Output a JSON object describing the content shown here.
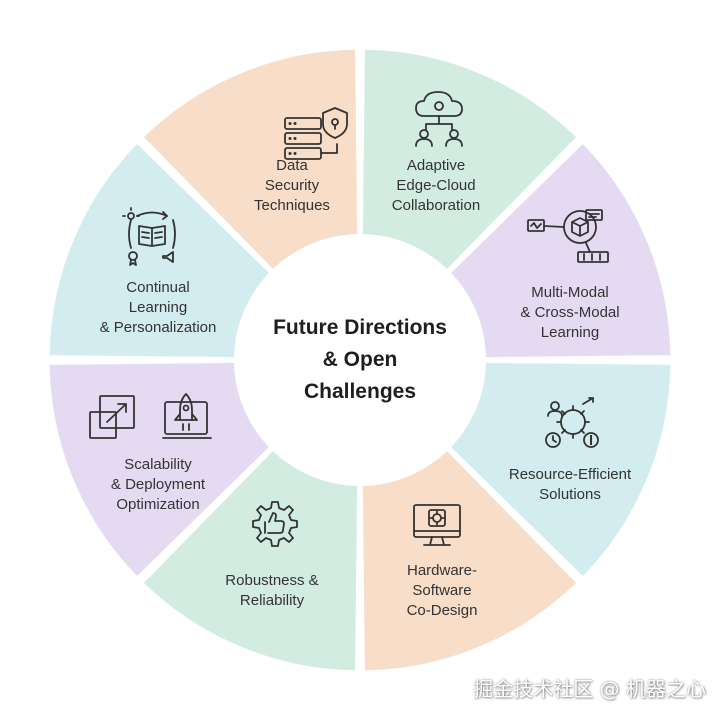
{
  "center": {
    "title": "Future Directions\n& Open\nChallenges"
  },
  "segments": [
    {
      "label": "Data\nSecurity\nTechniques",
      "icon": "server-shield-icon",
      "color": "#d3ece2"
    },
    {
      "label": "Adaptive\nEdge-Cloud\nCollaboration",
      "icon": "cloud-network-icon",
      "color": "#e4dbf3"
    },
    {
      "label": "Multi-Modal\n& Cross-Modal\nLearning",
      "icon": "multimodal-cube-icon",
      "color": "#d2ecef"
    },
    {
      "label": "Resource-Efficient\nSolutions",
      "icon": "resource-gear-icon",
      "color": "#f8ddc9"
    },
    {
      "label": "Hardware-\nSoftware\nCo-Design",
      "icon": "monitor-chip-icon",
      "color": "#d3ece2"
    },
    {
      "label": "Robustness &\nReliability",
      "icon": "gear-thumbs-up-icon",
      "color": "#e4dbf3"
    },
    {
      "label": "Scalability\n& Deployment\nOptimization",
      "icon": "scale-rocket-icon",
      "color": "#d2ecef"
    },
    {
      "label": "Continual\nLearning\n& Personalization",
      "icon": "book-cycle-icon",
      "color": "#f8ddc9"
    }
  ],
  "watermark": "掘金技术社区 @ 机器之心"
}
